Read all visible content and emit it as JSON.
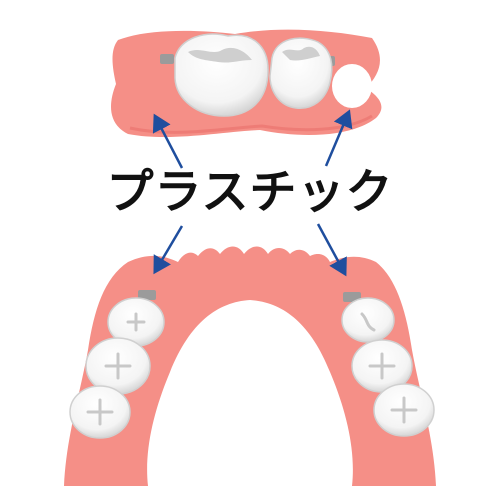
{
  "label": "プラスチック",
  "colors": {
    "gum": "#f58f87",
    "gum_shadow": "#e9706a",
    "tooth": "#ffffff",
    "tooth_shade": "#d9d9d9",
    "clasp": "#9b9b9b",
    "arrow": "#1f4e9e"
  },
  "icons": [
    "upper-partial-denture",
    "lower-partial-denture",
    "arrow",
    "metal-clasp"
  ]
}
